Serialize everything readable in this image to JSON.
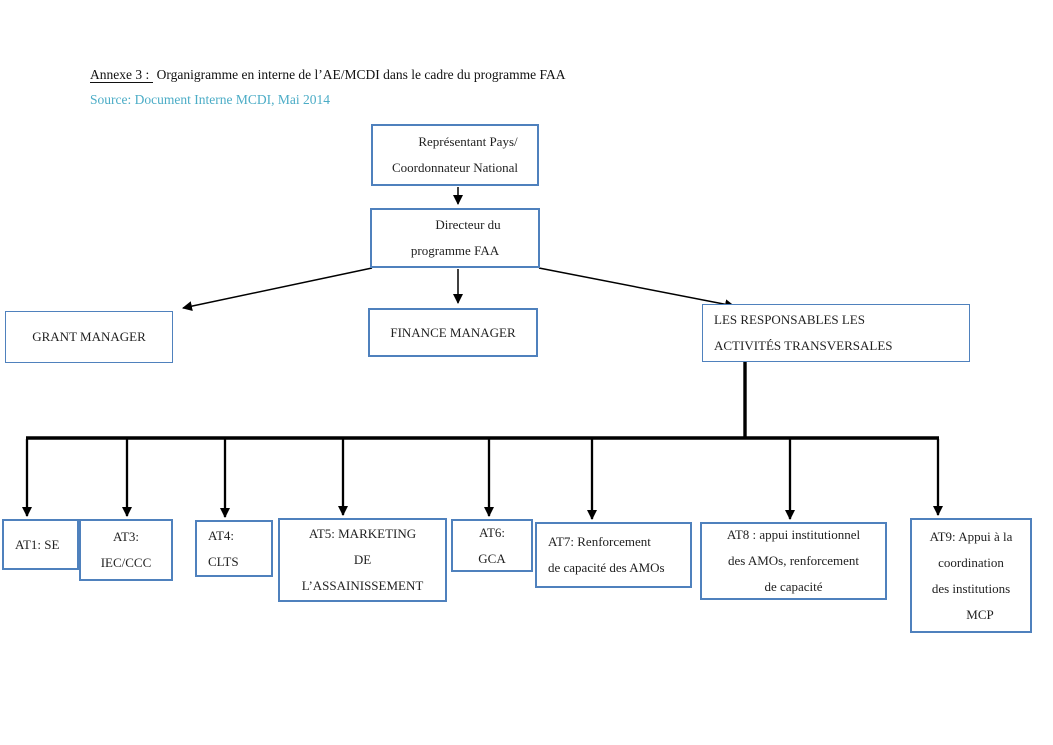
{
  "page": {
    "title_label": "Annexe 3 :",
    "title_text": "Organigramme en interne de l’AE/MCDI dans le cadre du programme FAA",
    "source_line": "Source: Document Interne MCDI, Mai 2014"
  },
  "colors": {
    "box_border_blue": "#4f81bd",
    "source_text_teal": "#4bacc6",
    "connector_black": "#000000",
    "body_text": "#1f1f1f"
  },
  "nodes": {
    "representant": {
      "lines": [
        "Représentant Pays/",
        "Coordonnateur National"
      ]
    },
    "directeur": {
      "lines": [
        "Directeur du",
        "programme FAA"
      ]
    },
    "grant_manager": {
      "lines": [
        "GRANT MANAGER"
      ]
    },
    "finance_manager": {
      "lines": [
        "FINANCE MANAGER"
      ]
    },
    "responsables": {
      "lines": [
        "LES RESPONSABLES LES",
        "ACTIVITÉS TRANSVERSALES"
      ]
    },
    "at1": {
      "lines": [
        "AT1: SE"
      ]
    },
    "at3": {
      "lines": [
        "AT3:",
        "IEC/CCC"
      ]
    },
    "at4": {
      "lines": [
        "AT4:",
        "CLTS"
      ]
    },
    "at5": {
      "lines": [
        "AT5: MARKETING",
        "DE",
        "L’ASSAINISSEMENT"
      ]
    },
    "at6": {
      "lines": [
        "AT6:",
        "GCA"
      ]
    },
    "at7": {
      "lines": [
        "AT7: Renforcement",
        "de capacité des AMOs"
      ]
    },
    "at8": {
      "lines": [
        "AT8 : appui institutionnel",
        "des AMOs, renforcement",
        "de capacité"
      ]
    },
    "at9": {
      "lines": [
        "AT9: Appui à la",
        "coordination",
        "des institutions",
        "MCP"
      ]
    }
  }
}
